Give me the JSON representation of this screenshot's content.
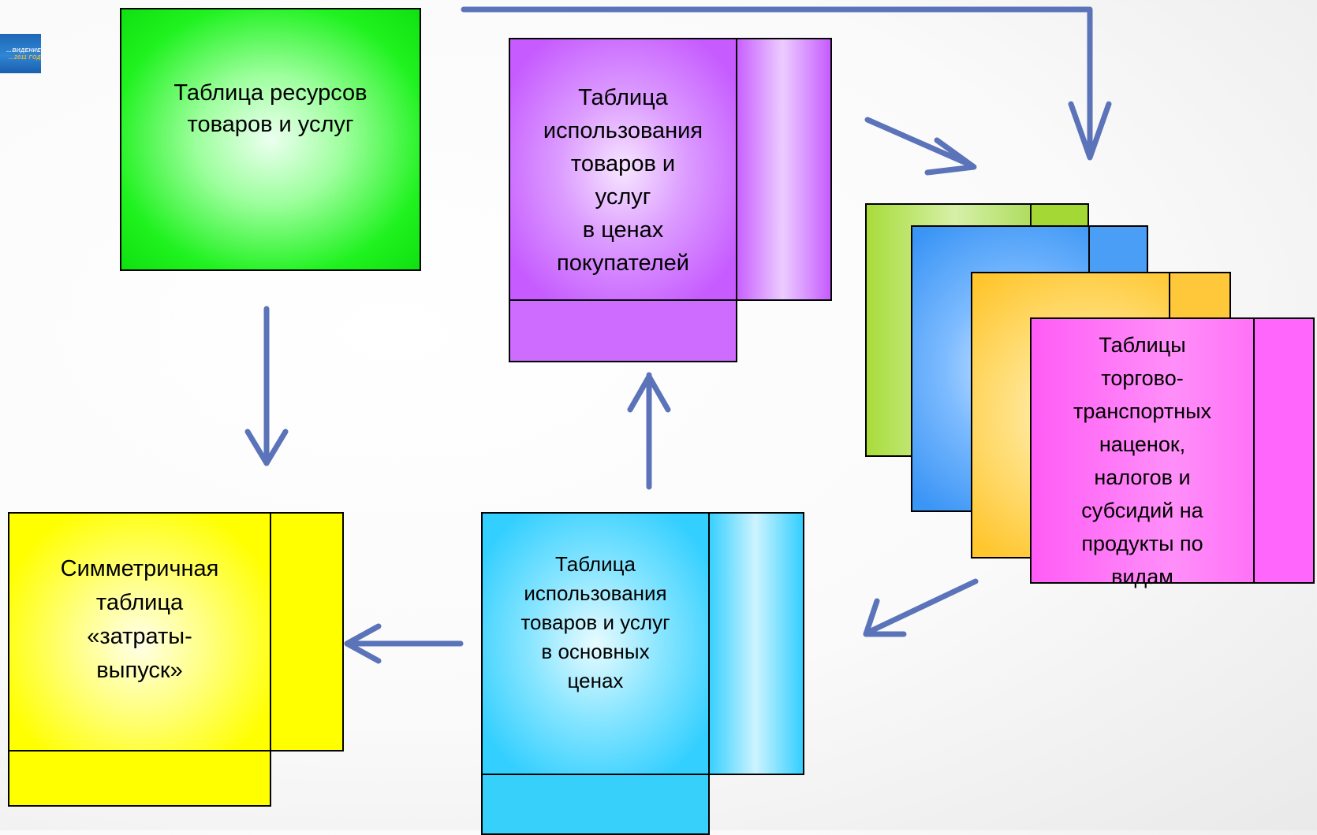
{
  "logo": {
    "line1": "…ВИДЕНИЕ",
    "line2": "…2011 ГОД"
  },
  "nodes": {
    "resources_table": {
      "lines": [
        "Таблица ресурсов",
        "товаров и услуг"
      ]
    },
    "use_purchaser_prices": {
      "lines": [
        "Таблица",
        "использования",
        "товаров и",
        "услуг",
        "в ценах",
        "покупателей"
      ]
    },
    "margins_taxes_tables": {
      "lines": [
        "Таблицы",
        "торгово-",
        "транспортных",
        "наценок,",
        "налогов и",
        "субсидий на",
        "продукты по",
        "видам"
      ]
    },
    "use_basic_prices": {
      "lines": [
        "Таблица",
        "использования",
        "товаров и услуг",
        "в основных",
        "ценах"
      ]
    },
    "symmetric_io_table": {
      "lines": [
        "Симметричная",
        "таблица",
        "«затраты-",
        "выпуск»"
      ]
    }
  },
  "colors": {
    "arrow": "#5b73b9",
    "resources": "#1ff21f",
    "purchaser": "#c65cff",
    "basic": "#33cfff",
    "symmetric": "#ffff00",
    "stack_green": "#a8dc3a",
    "stack_blue": "#3b95f5",
    "stack_orange": "#ffc62e",
    "stack_magenta": "#ff5cf5"
  }
}
